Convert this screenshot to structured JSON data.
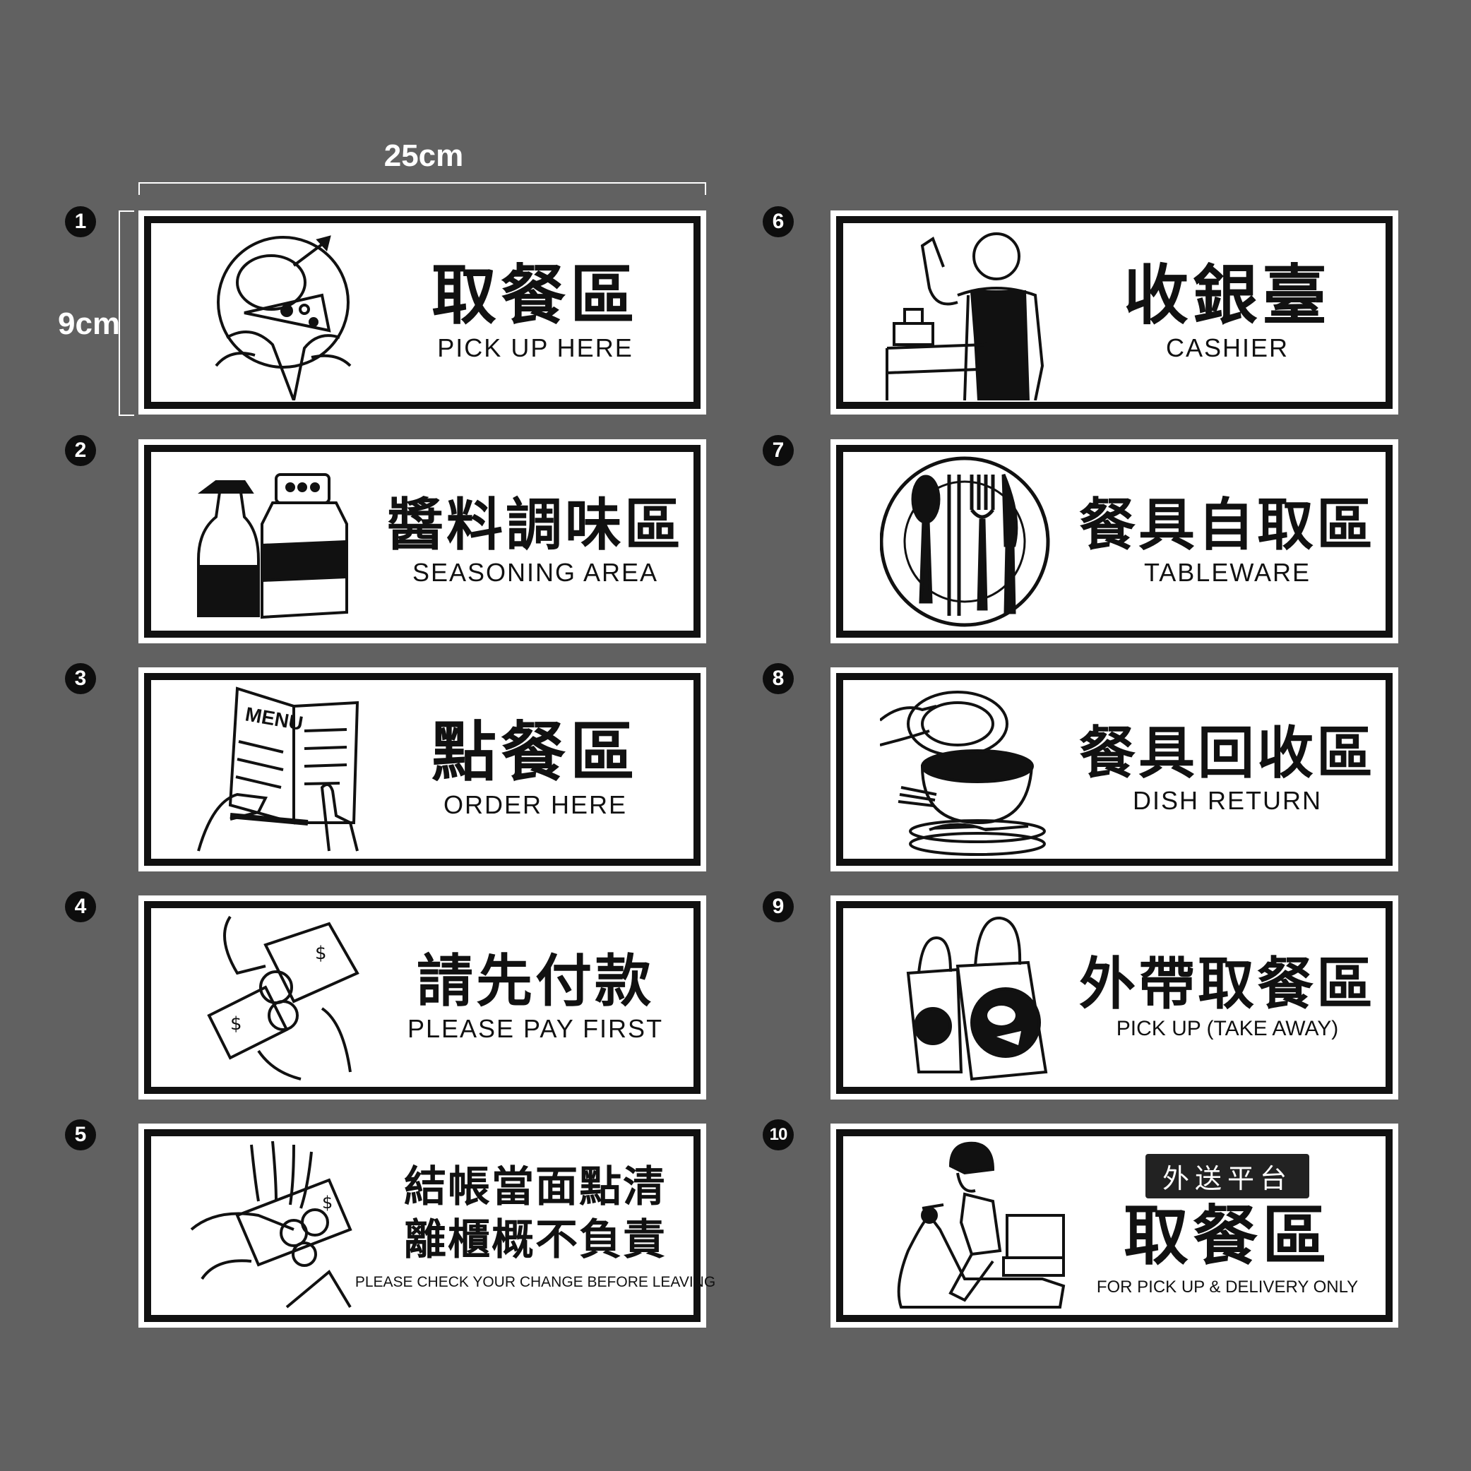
{
  "dimensions": {
    "width_label": "25cm",
    "height_label": "9cm"
  },
  "signs": [
    {
      "number": "1",
      "zh": "取餐區",
      "en": "PICK UP HERE",
      "icon": "chicken-pizza-plate-icon"
    },
    {
      "number": "2",
      "zh": "醬料調味區",
      "en": "SEASONING AREA",
      "icon": "sauce-bottle-shaker-icon"
    },
    {
      "number": "3",
      "zh": "點餐區",
      "en": "ORDER HERE",
      "icon": "menu-book-icon"
    },
    {
      "number": "4",
      "zh": "請先付款",
      "en": "PLEASE PAY FIRST",
      "icon": "money-hands-icon"
    },
    {
      "number": "5",
      "zh_line1": "結帳當面點清",
      "zh_line2": "離櫃概不負責",
      "en": "PLEASE CHECK YOUR CHANGE BEFORE LEAVING",
      "icon": "change-money-hands-icon"
    },
    {
      "number": "6",
      "zh": "收銀臺",
      "en": "CASHIER",
      "icon": "cashier-person-icon"
    },
    {
      "number": "7",
      "zh": "餐具自取區",
      "en": "TABLEWARE",
      "icon": "cutlery-plate-icon"
    },
    {
      "number": "8",
      "zh": "餐具回收區",
      "en": "DISH RETURN",
      "icon": "dish-stack-icon"
    },
    {
      "number": "9",
      "zh": "外帶取餐區",
      "en": "PICK UP (TAKE AWAY)",
      "icon": "takeaway-bags-icon"
    },
    {
      "number": "10",
      "tag": "外送平台",
      "zh": "取餐區",
      "en": "FOR PICK UP & DELIVERY ONLY",
      "icon": "delivery-scooter-icon"
    }
  ]
}
